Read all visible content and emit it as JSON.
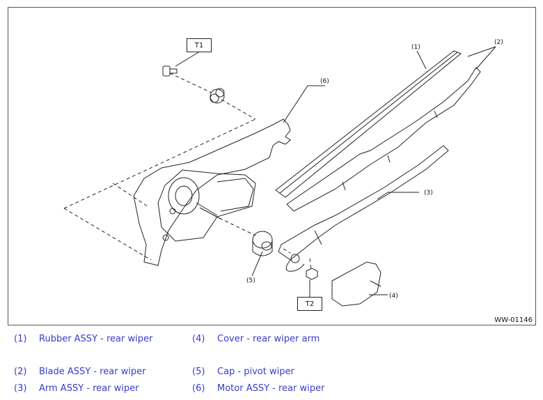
{
  "figure": {
    "id_label": "WW-01146",
    "torque_labels": {
      "t1": "T1",
      "t2": "T2"
    },
    "callouts": [
      "(1)",
      "(2)",
      "(3)",
      "(4)",
      "(5)",
      "(6)"
    ]
  },
  "legend": [
    {
      "num": "(1)",
      "text": "Rubber ASSY - rear wiper"
    },
    {
      "num": "(2)",
      "text": "Blade ASSY - rear wiper"
    },
    {
      "num": "(3)",
      "text": "Arm ASSY - rear wiper"
    },
    {
      "num": "(4)",
      "text": "Cover - rear wiper arm"
    },
    {
      "num": "(5)",
      "text": "Cap - pivot wiper"
    },
    {
      "num": "(6)",
      "text": "Motor ASSY - rear wiper"
    }
  ],
  "colors": {
    "legend_text": "#3a3acd",
    "line": "#222222",
    "border": "#555555"
  }
}
